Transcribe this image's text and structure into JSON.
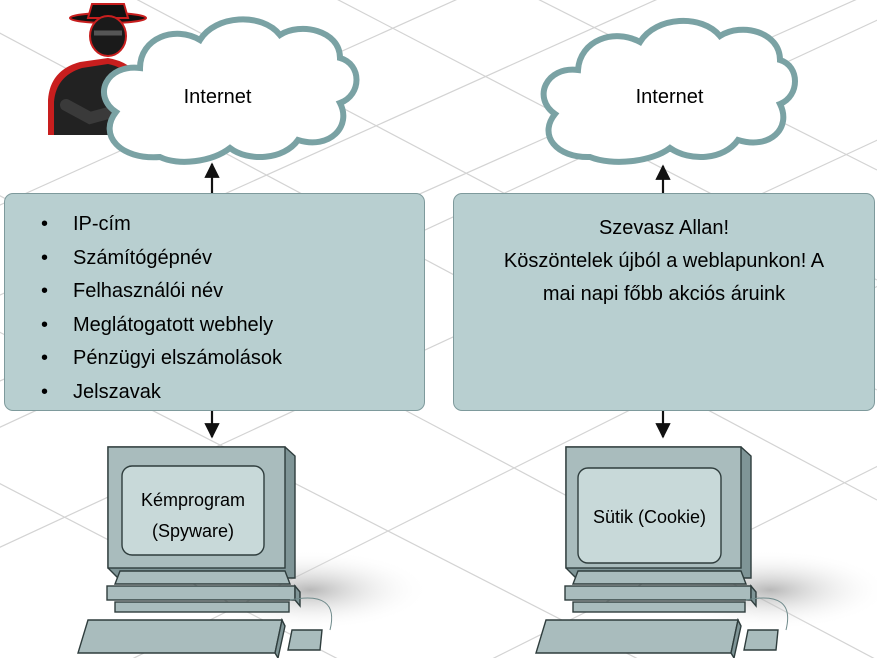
{
  "clouds": {
    "left_label": "Internet",
    "right_label": "Internet"
  },
  "left_panel": {
    "items": [
      {
        "label": "IP-cím"
      },
      {
        "label": "Számítógépnév"
      },
      {
        "label": "Felhasználói név"
      },
      {
        "label": "Meglátogatott webhely"
      },
      {
        "label": "Pénzügyi elszámolások"
      },
      {
        "label": "Jelszavak"
      }
    ]
  },
  "right_panel": {
    "lines": [
      "Szevasz Allan!",
      "Köszöntelek újból a weblapunkon! A",
      "mai napi főbb akciós áruink"
    ]
  },
  "computers": {
    "left_line1": "Kémprogram",
    "left_line2": "(Spyware)",
    "right_label": "Sütik (Cookie)"
  },
  "colors": {
    "panel_fill": "#b8cfd0",
    "panel_border": "#7e9a9c",
    "cloud_outline": "#7aa2a4",
    "computer_body": "#a9bcbd",
    "grid_line": "#cfcfcf"
  },
  "icons": [
    "spy-figure-icon",
    "cloud-icon",
    "arrow-icon",
    "computer-icon"
  ]
}
